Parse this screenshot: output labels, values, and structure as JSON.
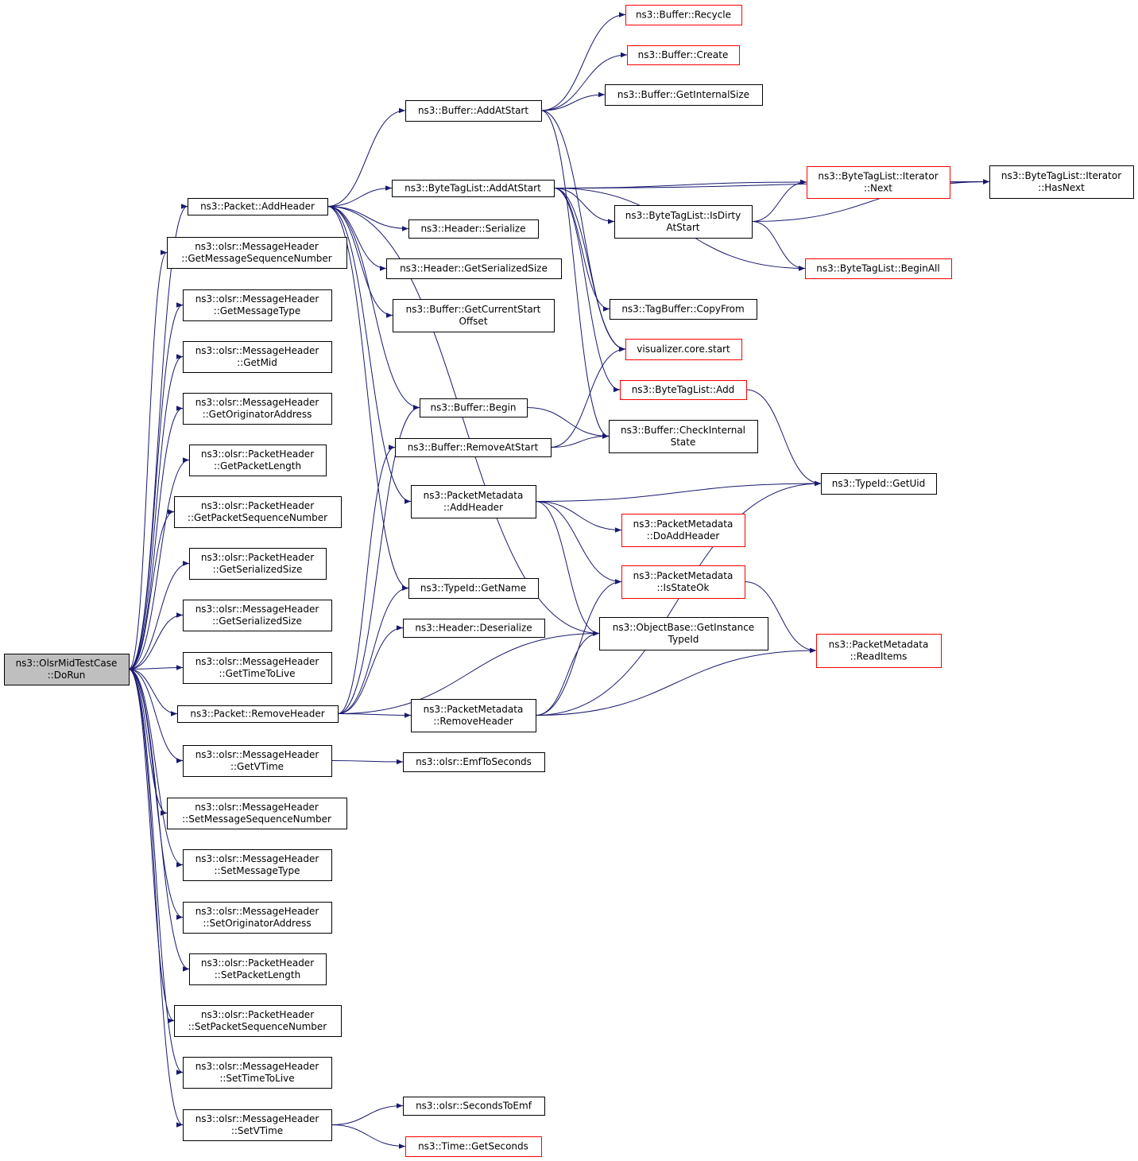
{
  "colors": {
    "edge": "#191970",
    "root_fill": "#bfbfbf",
    "red_border": "#ff0000"
  },
  "nodes": {
    "root": {
      "lines": [
        "ns3::OlsrMidTestCase",
        "::DoRun"
      ],
      "kind": "root"
    },
    "pkt_add": {
      "lines": [
        "ns3::Packet::AddHeader"
      ]
    },
    "mh_getseq": {
      "lines": [
        "ns3::olsr::MessageHeader",
        "::GetMessageSequenceNumber"
      ]
    },
    "mh_gettype": {
      "lines": [
        "ns3::olsr::MessageHeader",
        "::GetMessageType"
      ]
    },
    "mh_getmid": {
      "lines": [
        "ns3::olsr::MessageHeader",
        "::GetMid"
      ]
    },
    "mh_getorig": {
      "lines": [
        "ns3::olsr::MessageHeader",
        "::GetOriginatorAddress"
      ]
    },
    "ph_getlen": {
      "lines": [
        "ns3::olsr::PacketHeader",
        "::GetPacketLength"
      ]
    },
    "ph_getseq": {
      "lines": [
        "ns3::olsr::PacketHeader",
        "::GetPacketSequenceNumber"
      ]
    },
    "ph_getsize": {
      "lines": [
        "ns3::olsr::PacketHeader",
        "::GetSerializedSize"
      ]
    },
    "mh_getsize": {
      "lines": [
        "ns3::olsr::MessageHeader",
        "::GetSerializedSize"
      ]
    },
    "mh_getttl": {
      "lines": [
        "ns3::olsr::MessageHeader",
        "::GetTimeToLive"
      ]
    },
    "pkt_remove": {
      "lines": [
        "ns3::Packet::RemoveHeader"
      ]
    },
    "mh_getvtime": {
      "lines": [
        "ns3::olsr::MessageHeader",
        "::GetVTime"
      ]
    },
    "mh_setseq": {
      "lines": [
        "ns3::olsr::MessageHeader",
        "::SetMessageSequenceNumber"
      ]
    },
    "mh_settype": {
      "lines": [
        "ns3::olsr::MessageHeader",
        "::SetMessageType"
      ]
    },
    "mh_setorig": {
      "lines": [
        "ns3::olsr::MessageHeader",
        "::SetOriginatorAddress"
      ]
    },
    "ph_setlen": {
      "lines": [
        "ns3::olsr::PacketHeader",
        "::SetPacketLength"
      ]
    },
    "ph_setseq": {
      "lines": [
        "ns3::olsr::PacketHeader",
        "::SetPacketSequenceNumber"
      ]
    },
    "mh_setttl": {
      "lines": [
        "ns3::olsr::MessageHeader",
        "::SetTimeToLive"
      ]
    },
    "mh_setvtime": {
      "lines": [
        "ns3::olsr::MessageHeader",
        "::SetVTime"
      ]
    },
    "buf_addstart": {
      "lines": [
        "ns3::Buffer::AddAtStart"
      ]
    },
    "btl_addstart": {
      "lines": [
        "ns3::ByteTagList::AddAtStart"
      ]
    },
    "hdr_ser": {
      "lines": [
        "ns3::Header::Serialize"
      ]
    },
    "hdr_getsize": {
      "lines": [
        "ns3::Header::GetSerializedSize"
      ]
    },
    "buf_curoff": {
      "lines": [
        "ns3::Buffer::GetCurrentStart",
        "Offset"
      ]
    },
    "buf_begin": {
      "lines": [
        "ns3::Buffer::Begin"
      ]
    },
    "buf_remstart": {
      "lines": [
        "ns3::Buffer::RemoveAtStart"
      ]
    },
    "pm_add": {
      "lines": [
        "ns3::PacketMetadata",
        "::AddHeader"
      ]
    },
    "tid_name": {
      "lines": [
        "ns3::TypeId::GetName"
      ]
    },
    "hdr_deser": {
      "lines": [
        "ns3::Header::Deserialize"
      ]
    },
    "pm_remove": {
      "lines": [
        "ns3::PacketMetadata",
        "::RemoveHeader"
      ]
    },
    "emf2sec": {
      "lines": [
        "ns3::olsr::EmfToSeconds"
      ]
    },
    "sec2emf": {
      "lines": [
        "ns3::olsr::SecondsToEmf"
      ]
    },
    "time_sec": {
      "lines": [
        "ns3::Time::GetSeconds"
      ],
      "kind": "red"
    },
    "buf_recycle": {
      "lines": [
        "ns3::Buffer::Recycle"
      ],
      "kind": "red"
    },
    "buf_create": {
      "lines": [
        "ns3::Buffer::Create"
      ],
      "kind": "red"
    },
    "buf_intsize": {
      "lines": [
        "ns3::Buffer::GetInternalSize"
      ]
    },
    "btl_dirty": {
      "lines": [
        "ns3::ByteTagList::IsDirty",
        "AtStart"
      ]
    },
    "tag_copy": {
      "lines": [
        "ns3::TagBuffer::CopyFrom"
      ]
    },
    "vis_start": {
      "lines": [
        "visualizer.core.start"
      ],
      "kind": "red"
    },
    "btl_add": {
      "lines": [
        "ns3::ByteTagList::Add"
      ],
      "kind": "red"
    },
    "buf_check": {
      "lines": [
        "ns3::Buffer::CheckInternal",
        "State"
      ]
    },
    "pm_doadd": {
      "lines": [
        "ns3::PacketMetadata",
        "::DoAddHeader"
      ],
      "kind": "red"
    },
    "pm_stateok": {
      "lines": [
        "ns3::PacketMetadata",
        "::IsStateOk"
      ],
      "kind": "red"
    },
    "ob_tid": {
      "lines": [
        "ns3::ObjectBase::GetInstance",
        "TypeId"
      ]
    },
    "btl_it_next": {
      "lines": [
        "ns3::ByteTagList::Iterator",
        "::Next"
      ],
      "kind": "red"
    },
    "btl_it_hasnext": {
      "lines": [
        "ns3::ByteTagList::Iterator",
        "::HasNext"
      ]
    },
    "btl_beginall": {
      "lines": [
        "ns3::ByteTagList::BeginAll"
      ],
      "kind": "red"
    },
    "tid_uid": {
      "lines": [
        "ns3::TypeId::GetUid"
      ]
    },
    "pm_readitems": {
      "lines": [
        "ns3::PacketMetadata",
        "::ReadItems"
      ],
      "kind": "red"
    }
  },
  "edges": [
    [
      "root",
      "pkt_add"
    ],
    [
      "root",
      "mh_getseq"
    ],
    [
      "root",
      "mh_gettype"
    ],
    [
      "root",
      "mh_getmid"
    ],
    [
      "root",
      "mh_getorig"
    ],
    [
      "root",
      "ph_getlen"
    ],
    [
      "root",
      "ph_getseq"
    ],
    [
      "root",
      "ph_getsize"
    ],
    [
      "root",
      "mh_getsize"
    ],
    [
      "root",
      "mh_getttl"
    ],
    [
      "root",
      "pkt_remove"
    ],
    [
      "root",
      "mh_getvtime"
    ],
    [
      "root",
      "mh_setseq"
    ],
    [
      "root",
      "mh_settype"
    ],
    [
      "root",
      "mh_setorig"
    ],
    [
      "root",
      "ph_setlen"
    ],
    [
      "root",
      "ph_setseq"
    ],
    [
      "root",
      "mh_setttl"
    ],
    [
      "root",
      "mh_setvtime"
    ],
    [
      "pkt_add",
      "buf_addstart"
    ],
    [
      "pkt_add",
      "btl_addstart"
    ],
    [
      "pkt_add",
      "hdr_ser"
    ],
    [
      "pkt_add",
      "hdr_getsize"
    ],
    [
      "pkt_add",
      "buf_curoff"
    ],
    [
      "pkt_add",
      "buf_begin"
    ],
    [
      "pkt_add",
      "pm_add"
    ],
    [
      "pkt_add",
      "tid_name"
    ],
    [
      "pkt_add",
      "ob_tid"
    ],
    [
      "pkt_remove",
      "buf_begin"
    ],
    [
      "pkt_remove",
      "buf_remstart"
    ],
    [
      "pkt_remove",
      "tid_name"
    ],
    [
      "pkt_remove",
      "hdr_deser"
    ],
    [
      "pkt_remove",
      "ob_tid"
    ],
    [
      "pkt_remove",
      "pm_remove"
    ],
    [
      "mh_getvtime",
      "emf2sec"
    ],
    [
      "mh_setvtime",
      "sec2emf"
    ],
    [
      "mh_setvtime",
      "time_sec"
    ],
    [
      "buf_addstart",
      "buf_recycle"
    ],
    [
      "buf_addstart",
      "buf_create"
    ],
    [
      "buf_addstart",
      "buf_intsize"
    ],
    [
      "buf_addstart",
      "vis_start"
    ],
    [
      "buf_addstart",
      "buf_check"
    ],
    [
      "btl_addstart",
      "btl_it_next"
    ],
    [
      "btl_addstart",
      "btl_it_hasnext"
    ],
    [
      "btl_addstart",
      "btl_dirty"
    ],
    [
      "btl_addstart",
      "btl_beginall"
    ],
    [
      "btl_addstart",
      "tag_copy"
    ],
    [
      "btl_addstart",
      "vis_start"
    ],
    [
      "btl_addstart",
      "btl_add"
    ],
    [
      "btl_dirty",
      "btl_it_next"
    ],
    [
      "btl_dirty",
      "btl_it_hasnext"
    ],
    [
      "btl_dirty",
      "btl_beginall"
    ],
    [
      "btl_it_next",
      "btl_it_hasnext"
    ],
    [
      "buf_begin",
      "buf_check"
    ],
    [
      "buf_remstart",
      "buf_check"
    ],
    [
      "buf_remstart",
      "vis_start"
    ],
    [
      "btl_add",
      "tid_uid"
    ],
    [
      "pm_add",
      "tid_uid"
    ],
    [
      "pm_add",
      "pm_doadd"
    ],
    [
      "pm_add",
      "pm_stateok"
    ],
    [
      "pm_add",
      "ob_tid"
    ],
    [
      "pm_stateok",
      "pm_readitems"
    ],
    [
      "pm_remove",
      "pm_stateok"
    ],
    [
      "pm_remove",
      "ob_tid"
    ],
    [
      "pm_remove",
      "tid_uid"
    ],
    [
      "pm_remove",
      "pm_readitems"
    ]
  ]
}
